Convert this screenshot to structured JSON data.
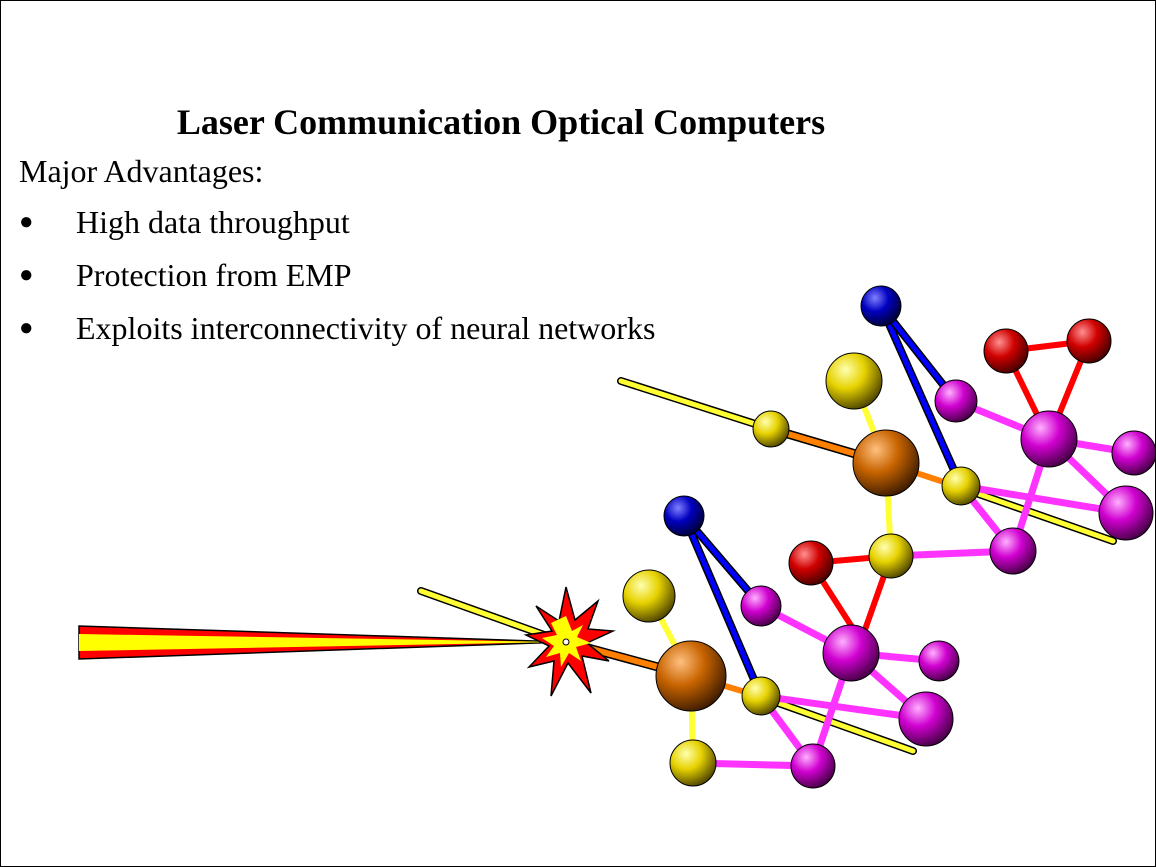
{
  "slide": {
    "title": "Laser Communication Optical Computers",
    "subtitle": "Major Advantages:",
    "bullets": [
      "High data throughput",
      "Protection from EMP",
      "Exploits interconnectivity of neural networks"
    ]
  },
  "colors": {
    "laser_outer": "#ff0000",
    "laser_inner": "#ffff00",
    "rod_yellow": "#ffff33",
    "rod_blue": "#0000ff",
    "rod_magenta": "#ff33ff",
    "rod_red": "#ff0000",
    "rod_orange": "#ff8000",
    "atom_yellow": "#c8b400",
    "atom_blue": "#0000a0",
    "atom_magenta": "#b000b0",
    "atom_red": "#b00000",
    "atom_orange": "#b85c00"
  }
}
